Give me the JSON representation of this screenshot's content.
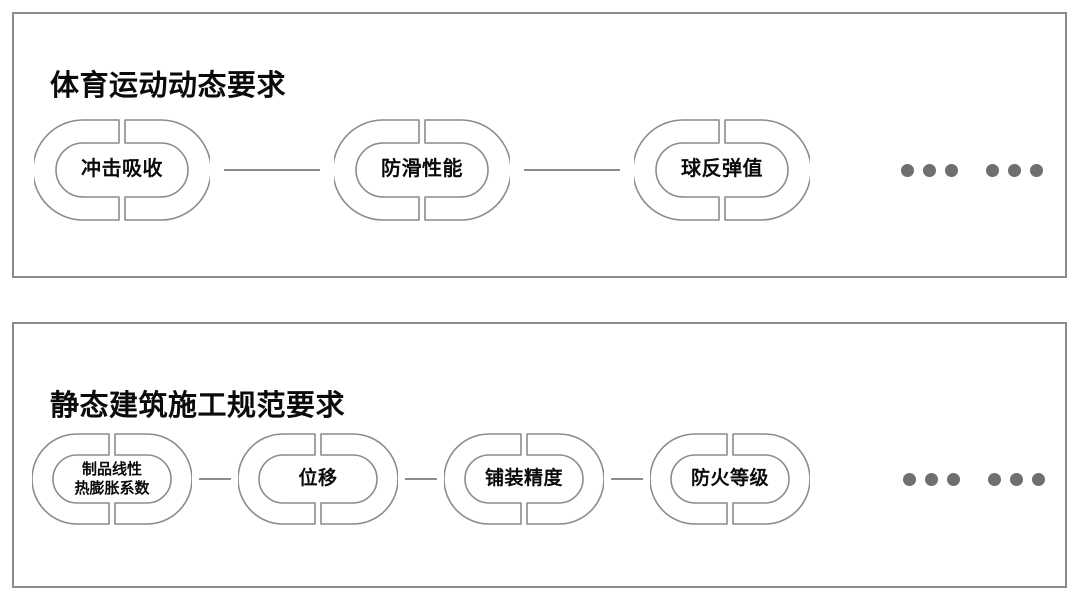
{
  "colors": {
    "panel_border": "#8a8a8a",
    "link_stroke": "#8c8c8c",
    "title_text": "#0b0b0b",
    "label_text": "#0b0b0b",
    "dot": "#6f6f6f",
    "background": "#ffffff"
  },
  "panels": [
    {
      "id": "dynamic",
      "title": "体育运动动态要求",
      "nodes": [
        {
          "label": "冲击吸收",
          "lines": 1
        },
        {
          "label": "防滑性能",
          "lines": 1
        },
        {
          "label": "球反弹值",
          "lines": 1
        }
      ],
      "connector": "—",
      "ellipsis_groups": [
        {
          "dots": 3
        },
        {
          "dots": 3
        }
      ]
    },
    {
      "id": "static",
      "title": "静态建筑施工规范要求",
      "nodes": [
        {
          "label": "制品线性\n热膨胀系数",
          "lines": 2
        },
        {
          "label": "位移",
          "lines": 1
        },
        {
          "label": "铺装精度",
          "lines": 1
        },
        {
          "label": "防火等级",
          "lines": 1
        }
      ],
      "connector": "—",
      "ellipsis_groups": [
        {
          "dots": 3
        },
        {
          "dots": 3
        }
      ]
    }
  ]
}
